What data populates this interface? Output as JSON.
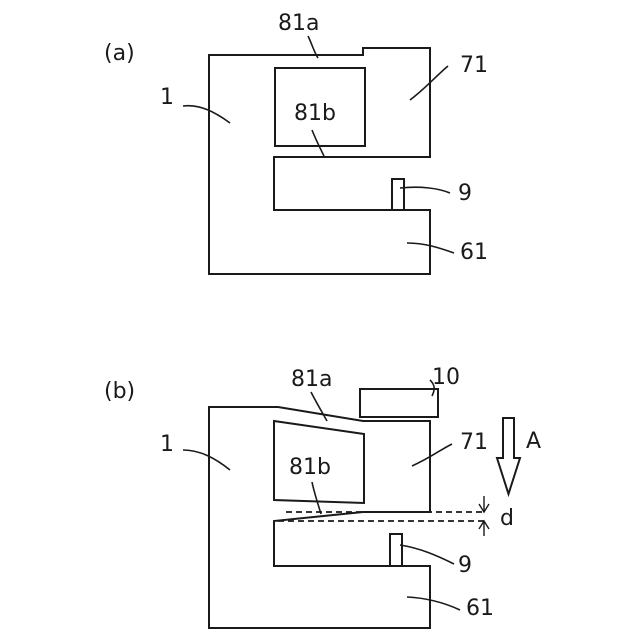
{
  "panel_a": {
    "tag": "(a)",
    "labels": {
      "body": "1",
      "upper_slit": "81a",
      "inner_slit": "81b",
      "upper_arm": "71",
      "pin": "9",
      "lower_arm": "61"
    }
  },
  "panel_b": {
    "tag": "(b)",
    "labels": {
      "body": "1",
      "upper_slit": "81a",
      "inner_slit": "81b",
      "upper_arm": "71",
      "pin": "9",
      "lower_arm": "61",
      "press_block": "10",
      "direction": "A",
      "gap": "d"
    }
  }
}
